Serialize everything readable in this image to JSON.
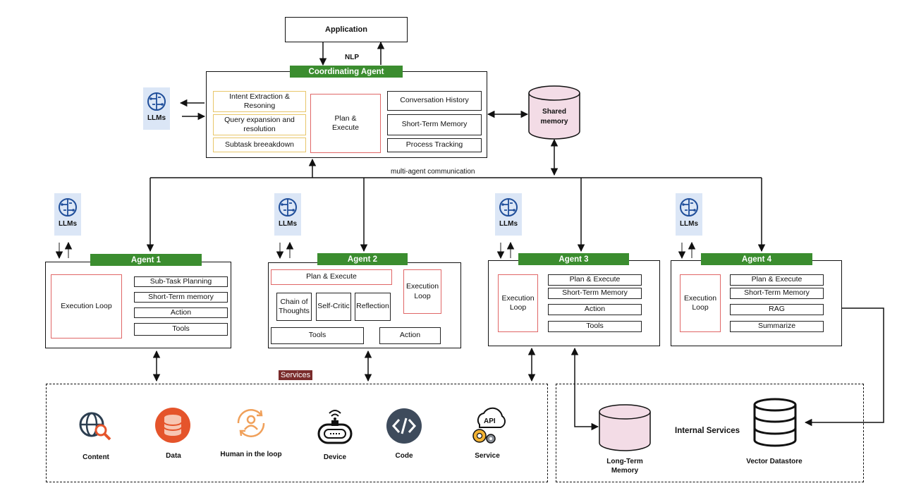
{
  "application": "Application",
  "nlp": "NLP",
  "coordinating_agent": {
    "title": "Coordinating Agent",
    "left_items": [
      "Intent Extraction & Resoning",
      "Query expansion and resolution",
      "Subtask breeakdown"
    ],
    "plan": "Plan & Execute",
    "right_items": [
      "Conversation History",
      "Short-Term Memory",
      "Process Tracking"
    ]
  },
  "shared_memory": "Shared memory",
  "multi_agent_comm": "multi-agent communication",
  "llm_label": "LLMs",
  "agent1": {
    "title": "Agent 1",
    "loop": "Execution Loop",
    "items": [
      "Sub-Task Planning",
      "Short-Term memory",
      "Action",
      "Tools"
    ]
  },
  "agent2": {
    "title": "Agent 2",
    "plan": "Plan & Execute",
    "loop": "Execution Loop",
    "sub": [
      "Chain of Thoughts",
      "Self-Critic",
      "Reflection"
    ],
    "tools": "Tools",
    "action": "Action"
  },
  "agent3": {
    "title": "Agent 3",
    "loop": "Execution Loop",
    "items": [
      "Plan & Execute",
      "Short-Term Memory",
      "Action",
      "Tools"
    ]
  },
  "agent4": {
    "title": "Agent  4",
    "loop": "Execution Loop",
    "items": [
      "Plan & Execute",
      "Short-Term Memory",
      "RAG",
      "Summarize"
    ]
  },
  "services": {
    "title": "Services",
    "items": [
      "Content",
      "Data",
      "Human in the loop",
      "Device",
      "Code",
      "Service"
    ],
    "icons": [
      "globe-search-icon",
      "database-icon",
      "human-loop-icon",
      "device-icon",
      "code-icon",
      "api-gear-icon"
    ]
  },
  "internal_services": {
    "title": "Internal Services",
    "long_term": "Long-Term Memory",
    "vector": "Vector Datastore"
  },
  "colors": {
    "green": "#3b8d2f",
    "red_border": "#e06666",
    "yellow_border": "#e8c66a",
    "llm_bg": "#dbe6f6",
    "cylinder": "#f3dce6"
  }
}
